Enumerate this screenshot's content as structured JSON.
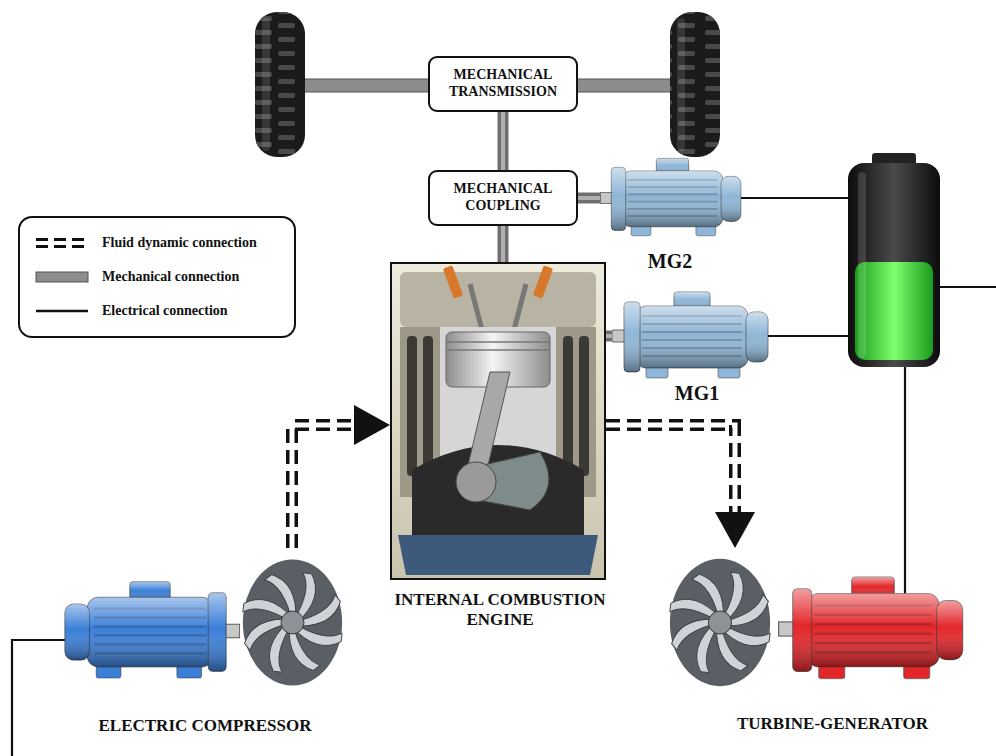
{
  "diagram": {
    "nodes": [
      {
        "text": [
          "MECHANICAL TRANSMISSION"
        ]
      },
      {
        "text": [
          "MECHANICAL COUPLING"
        ]
      },
      {
        "text": [
          "MG2"
        ]
      },
      {
        "text": [
          "MG1"
        ]
      },
      {
        "text": [
          "INTERNAL COMBUSTION ENGINE"
        ]
      },
      {
        "text": [
          "ELECTRIC COMPRESSOR"
        ]
      },
      {
        "text": [
          "TURBINE-GENERATOR"
        ]
      }
    ],
    "edges": [
      {
        "from": 0,
        "to": 1,
        "arrow": "none"
      },
      {
        "from": 1,
        "to": 4,
        "arrow": "none"
      },
      {
        "from": 1,
        "to": 2,
        "arrow": "none"
      },
      {
        "from": 4,
        "to": 3,
        "arrow": "none"
      },
      {
        "from": 5,
        "to": 4,
        "arrow": "to"
      },
      {
        "from": 4,
        "to": 6,
        "arrow": "to"
      }
    ],
    "legend": [
      {
        "text": "Fluid dynamic connection"
      },
      {
        "text": "Mechanical connection"
      },
      {
        "text": "Electrical connection"
      }
    ]
  }
}
